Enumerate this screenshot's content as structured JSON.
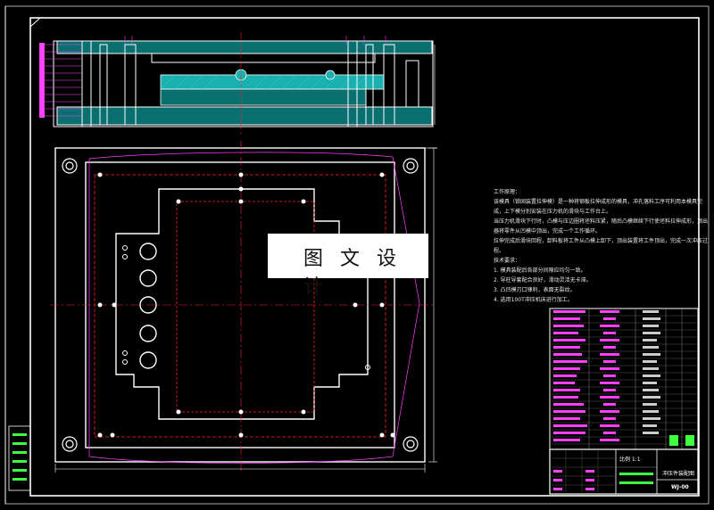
{
  "watermark": "图 文 设 计",
  "notes": {
    "title": "工作原理：",
    "paragraphs": [
      "该模具（锁固装置拉伸模）是一种将钢板拉伸成形的模具，冲孔落料工序可利用本模具完成，上下模分别安装在压力机的滑块与工作台上。",
      "当压力机滑块下行时，凸模与压边圈将坯料压紧，随后凸模继续下行使坯料拉伸成形，顶出器将零件从凹模中顶出，完成一个工作循环。",
      "拉伸完成后滑块回程，卸料板将工件从凸模上卸下，顶出装置将工件顶出，完成一次冲压过程。"
    ],
    "req_title": "技术要求：",
    "requirements": [
      "1. 模具装配后各部分间隙应均匀一致。",
      "2. 导柱导套配合良好，滑动灵活无卡滞。",
      "3. 凸凹模刃口锋利，表面无裂纹。",
      "4. 选用100T冲压机床进行加工。"
    ]
  },
  "title_block": {
    "scale_label": "比例  1:1",
    "drawing_name": "冲压件装配图",
    "drawing_no": "WJ-00"
  },
  "colors": {
    "frame": "#ffffff",
    "line": "#ffffff",
    "center": "#ff2020",
    "magenta": "#ff40ff",
    "cyan": "#00e0e0",
    "yellow": "#ffff40",
    "green": "#40ff40"
  }
}
